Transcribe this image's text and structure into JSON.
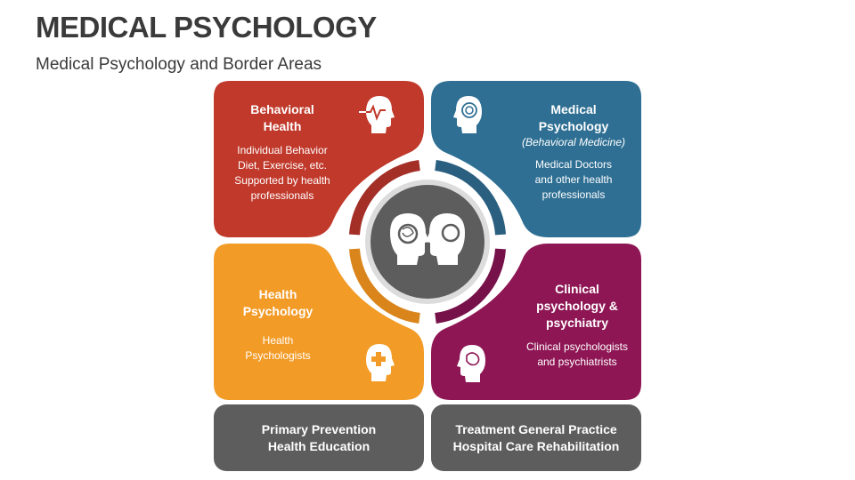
{
  "header": {
    "title": "MEDICAL PSYCHOLOGY",
    "subtitle": "Medical Psychology and Border Areas"
  },
  "colors": {
    "behavioral": "#c0392b",
    "medical": "#2e6f93",
    "health": "#f29b26",
    "clinical": "#8e1654",
    "center": "#5d5d5d",
    "footer": "#5d5d5d"
  },
  "quadrants": {
    "behavioral": {
      "title_line1": "Behavioral",
      "title_line2": "Health",
      "body_line1": "Individual Behavior",
      "body_line2": "Diet, Exercise, etc.",
      "body_line3": "Supported by health",
      "body_line4": "professionals",
      "icon": "head-heartbeat-icon"
    },
    "medical": {
      "title_line1": "Medical",
      "title_line2": "Psychology",
      "subtitle": "(Behavioral Medicine)",
      "body_line1": "Medical Doctors",
      "body_line2": "and other health",
      "body_line3": "professionals",
      "icon": "head-maze-icon"
    },
    "health": {
      "title_line1": "Health",
      "title_line2": "Psychology",
      "body_line1": "Health",
      "body_line2": "Psychologists",
      "icon": "head-medical-cross-icon"
    },
    "clinical": {
      "title_line1": "Clinical",
      "title_line2": "psychology &",
      "title_line3": "psychiatry",
      "body_line1": "Clinical psychologists",
      "body_line2": "and psychiatrists",
      "icon": "head-brain-icon"
    }
  },
  "center_icon": "two-heads-facing-icon",
  "footers": {
    "left_line1": "Primary Prevention",
    "left_line2": "Health Education",
    "right_line1": "Treatment General Practice",
    "right_line2": "Hospital Care Rehabilitation"
  }
}
